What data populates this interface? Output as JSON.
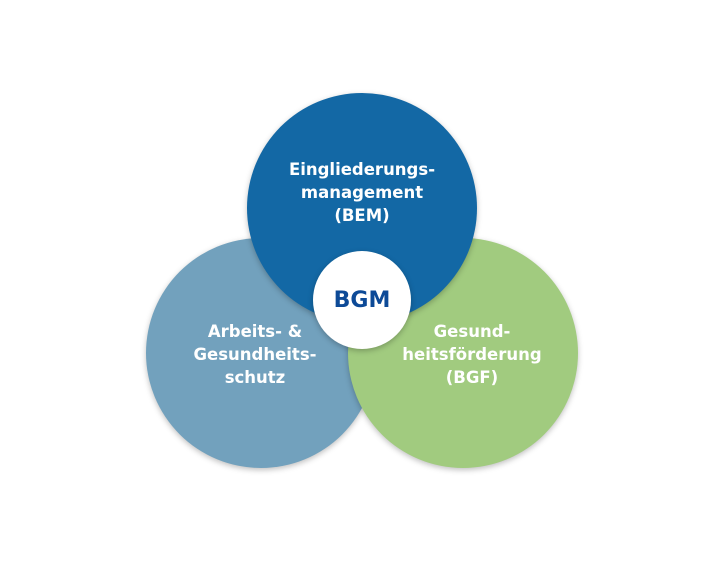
{
  "colors": {
    "top": "#1368a5",
    "left": "#72a1bd",
    "right": "#a1cb7f",
    "center_text": "#0d4a97"
  },
  "center": {
    "label": "BGM"
  },
  "circles": {
    "top": {
      "lines": [
        "Eingliederungs-",
        "management",
        "(BEM)"
      ]
    },
    "left": {
      "lines": [
        "Arbeits- &",
        "Gesundheits-",
        "schutz"
      ]
    },
    "right": {
      "lines": [
        "Gesund-",
        "heitsförderung",
        "(BGF)"
      ]
    }
  }
}
